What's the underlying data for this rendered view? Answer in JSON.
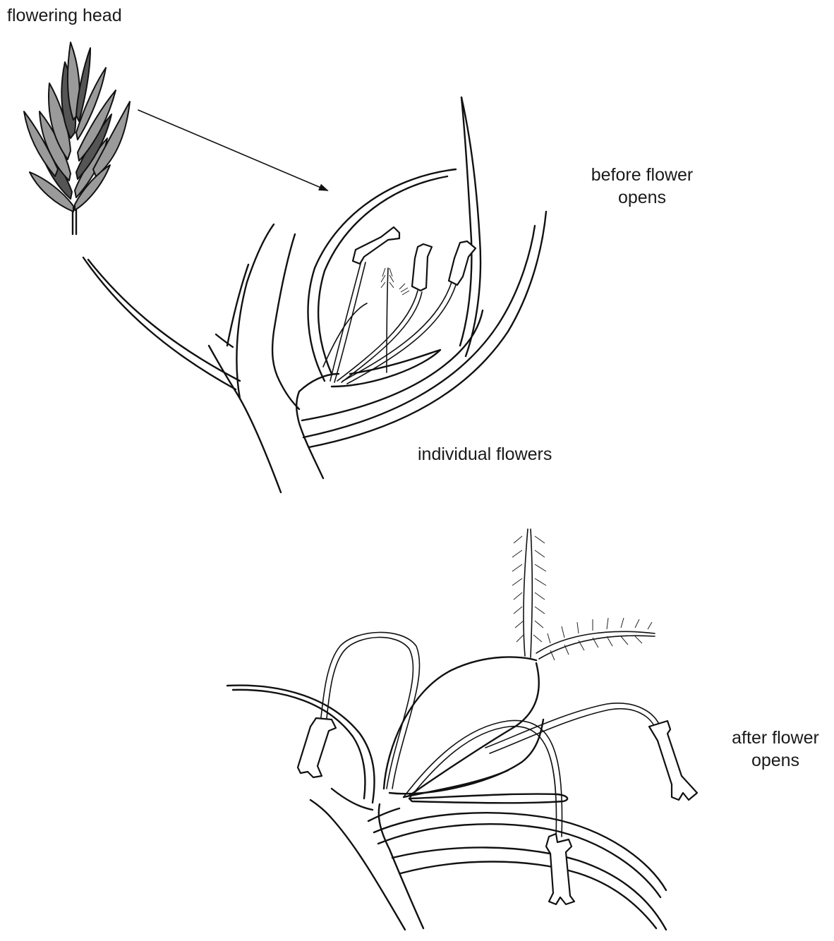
{
  "labels": {
    "flowering_head": "flowering head",
    "before_line1": "before flower",
    "before_line2": "opens",
    "individual_flowers": "individual flowers",
    "after_line1": "after flower",
    "after_line2": "opens"
  },
  "colors": {
    "ink": "#111111",
    "background": "#ffffff"
  }
}
